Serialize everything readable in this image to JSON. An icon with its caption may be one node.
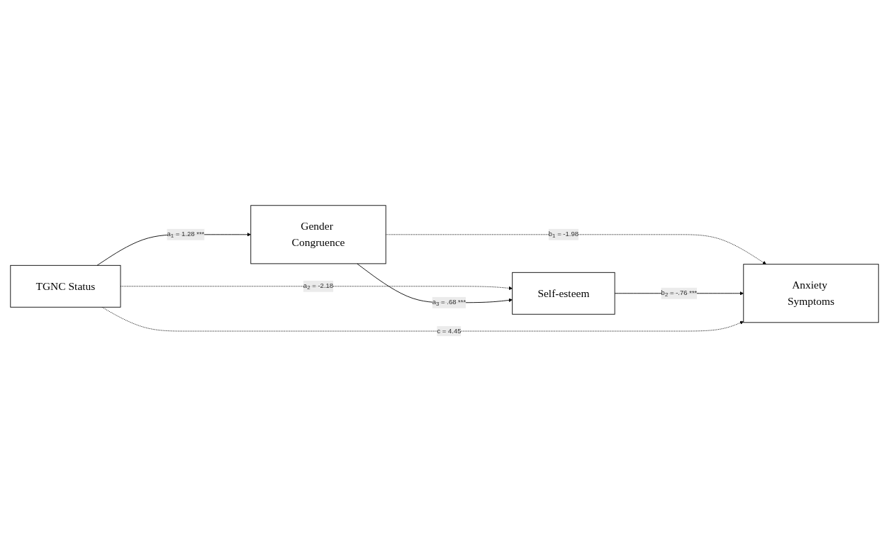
{
  "diagram": {
    "nodes": [
      {
        "text": [
          "Gender Congruence"
        ]
      },
      {
        "text": [
          "Self-esteem"
        ]
      },
      {
        "text": [
          "TGNC Status"
        ]
      },
      {
        "text": [
          "Anxiety Symptoms"
        ]
      }
    ],
    "edges": [
      {
        "from": 2,
        "to": 0,
        "arrow": "to",
        "label": "a$_{1}$ =  1.28 ***"
      },
      {
        "from": 2,
        "to": 1,
        "arrow": "to",
        "label": "a$_{2}$ =  -2.18",
        "style": "dashed"
      },
      {
        "from": 0,
        "to": 1,
        "arrow": "to",
        "label": "a$_{3}$ =  .68 ***"
      },
      {
        "from": 0,
        "to": 3,
        "arrow": "to",
        "label": "b$_{1}$ =  -1.98",
        "style": "dashed"
      },
      {
        "from": 1,
        "to": 3,
        "arrow": "to",
        "label": "b$_{2}$ = -.76 ***"
      },
      {
        "from": 2,
        "to": 3,
        "arrow": "to",
        "label": "c = 4.45",
        "style": "dashed"
      }
    ]
  }
}
